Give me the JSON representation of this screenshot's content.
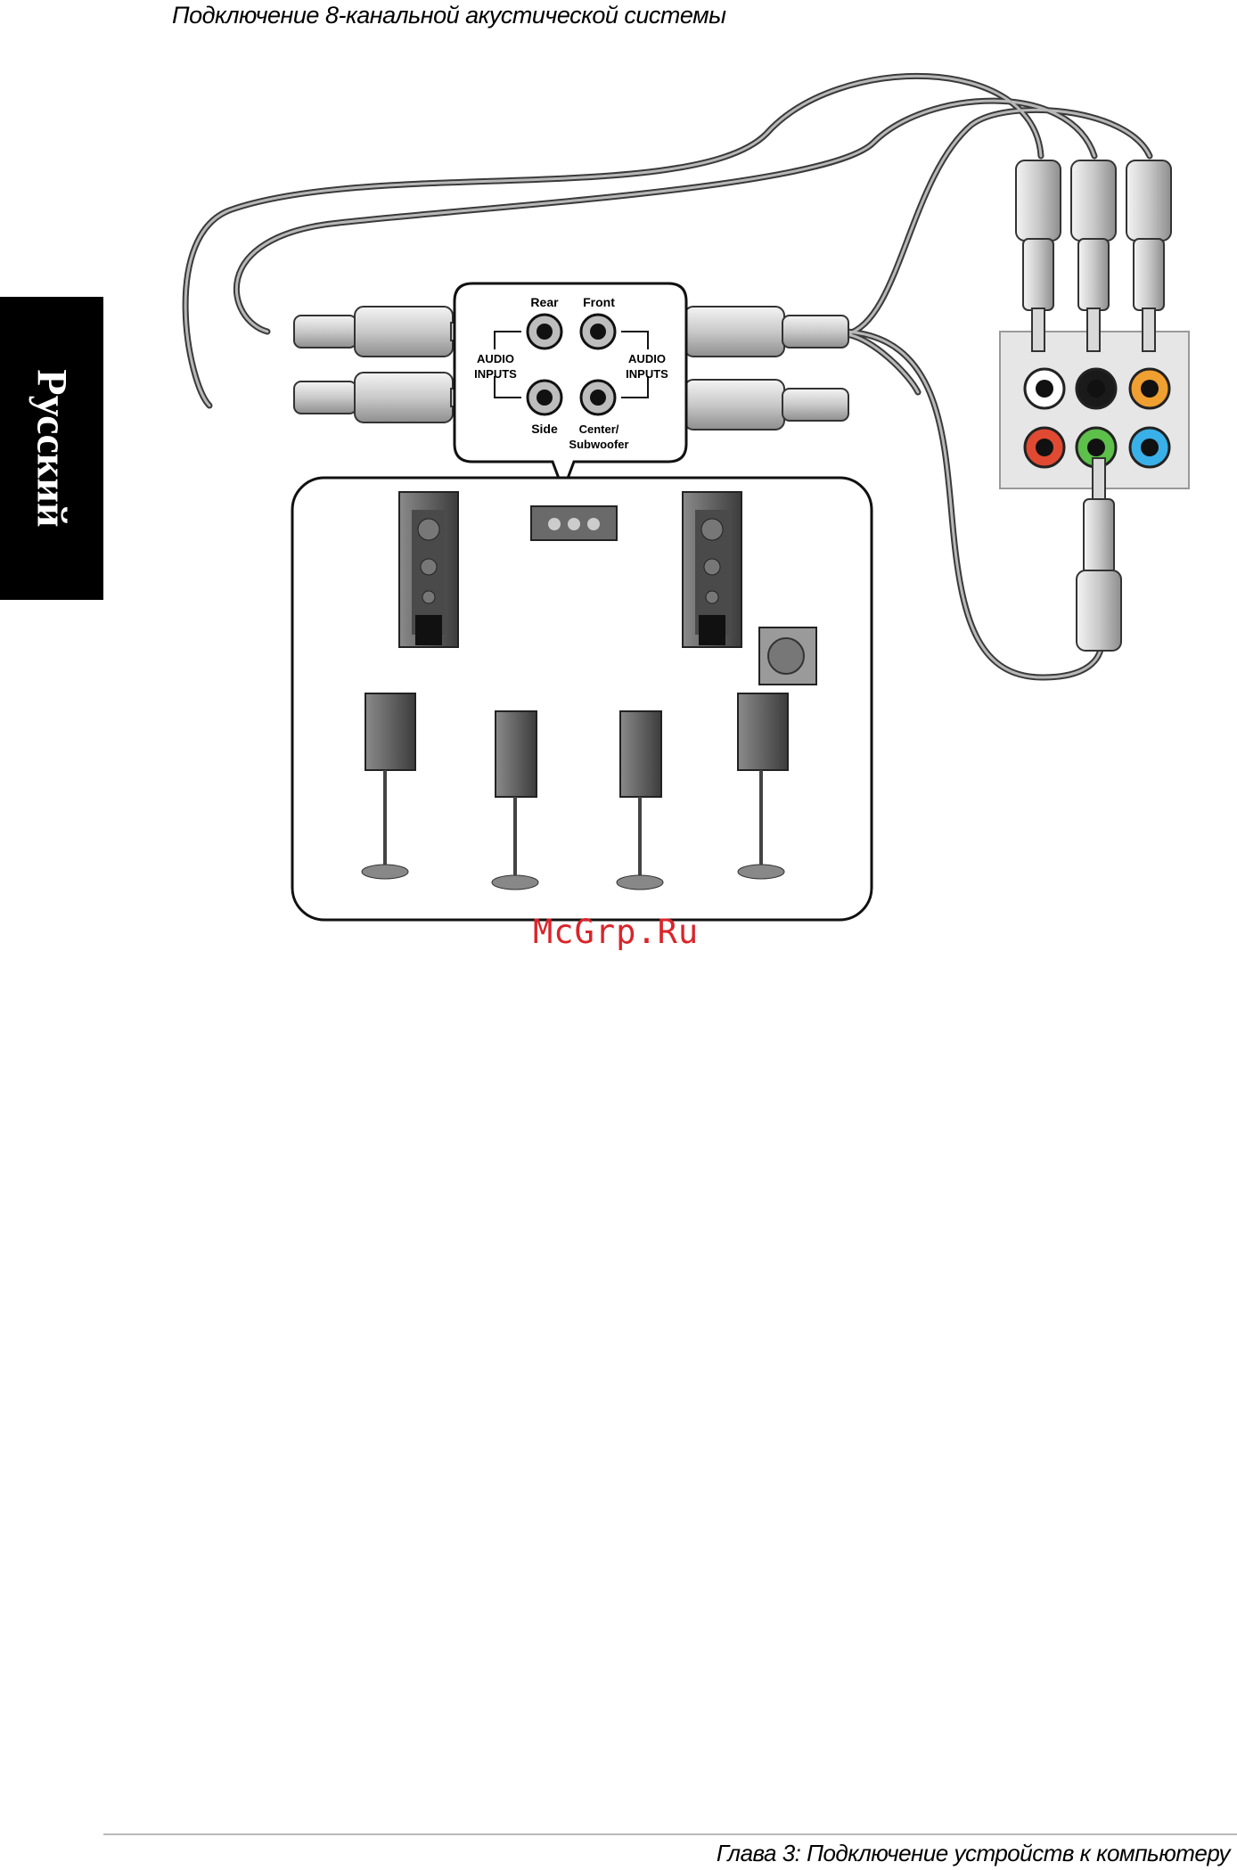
{
  "heading": "Подключение 8-канальной акустической системы",
  "language_tab": "Русский",
  "diagram": {
    "jack_labels": {
      "rear": "Rear",
      "front": "Front",
      "side": "Side",
      "center_line1": "Center/",
      "center_line2": "Subwoofer"
    },
    "audio_inputs_left_line1": "AUDIO",
    "audio_inputs_left_line2": "INPUTS",
    "audio_inputs_right_line1": "AUDIO",
    "audio_inputs_right_line2": "INPUTS",
    "panel_jack_colors": [
      "#ffffff",
      "#1a1a1a",
      "#f0a030",
      "#e04a32",
      "#5cc04a",
      "#3ab0e8"
    ]
  },
  "watermark": "McGrp.Ru",
  "footer": "Глава 3: Подключение устройств к компьютеру"
}
